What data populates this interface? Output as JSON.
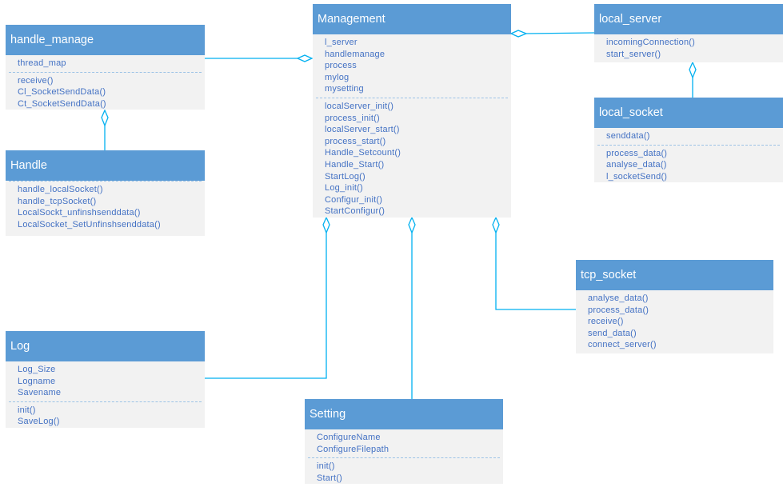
{
  "classes": {
    "handle_manage": {
      "name": "handle_manage",
      "attributes": [
        "thread_map"
      ],
      "methods": [
        "receive()",
        "Cl_SocketSendData()",
        "Ct_SocketSendData()"
      ]
    },
    "handle": {
      "name": "Handle",
      "attributes": [],
      "methods": [
        "handle_localSocket()",
        "handle_tcpSocket()",
        "LocalSockt_unfinshsenddata()",
        "LocalSocket_SetUnfinshsenddata()"
      ]
    },
    "management": {
      "name": "Management",
      "attributes": [
        "l_server",
        "handlemanage",
        "process",
        "mylog",
        "mysetting"
      ],
      "methods": [
        "localServer_init()",
        "process_init()",
        "localServer_start()",
        "process_start()",
        "Handle_Setcount()",
        "Handle_Start()",
        "StartLog()",
        "Log_init()",
        "Configur_init()",
        "StartConfigur()"
      ]
    },
    "local_server": {
      "name": "local_server",
      "attributes": [],
      "methods": [
        "incomingConnection()",
        "start_server()"
      ]
    },
    "local_socket": {
      "name": "local_socket",
      "attributes": [
        "senddata()"
      ],
      "methods": [
        "process_data()",
        "analyse_data()",
        "l_socketSend()"
      ]
    },
    "tcp_socket": {
      "name": "tcp_socket",
      "attributes": [],
      "methods": [
        "analyse_data()",
        "process_data()",
        "receive()",
        "send_data()",
        "connect_server()"
      ]
    },
    "log": {
      "name": "Log",
      "attributes": [
        "Log_Size",
        "Logname",
        "Savename"
      ],
      "methods": [
        "init()",
        "SaveLog()"
      ]
    },
    "setting": {
      "name": "Setting",
      "attributes": [
        "ConfigureName",
        "ConfigureFilepath"
      ],
      "methods": [
        "init()",
        "Start()"
      ]
    }
  },
  "colors": {
    "header": "#5b9bd5",
    "body": "#f2f2f2",
    "text": "#4472c4",
    "connector": "#00b0f0"
  }
}
